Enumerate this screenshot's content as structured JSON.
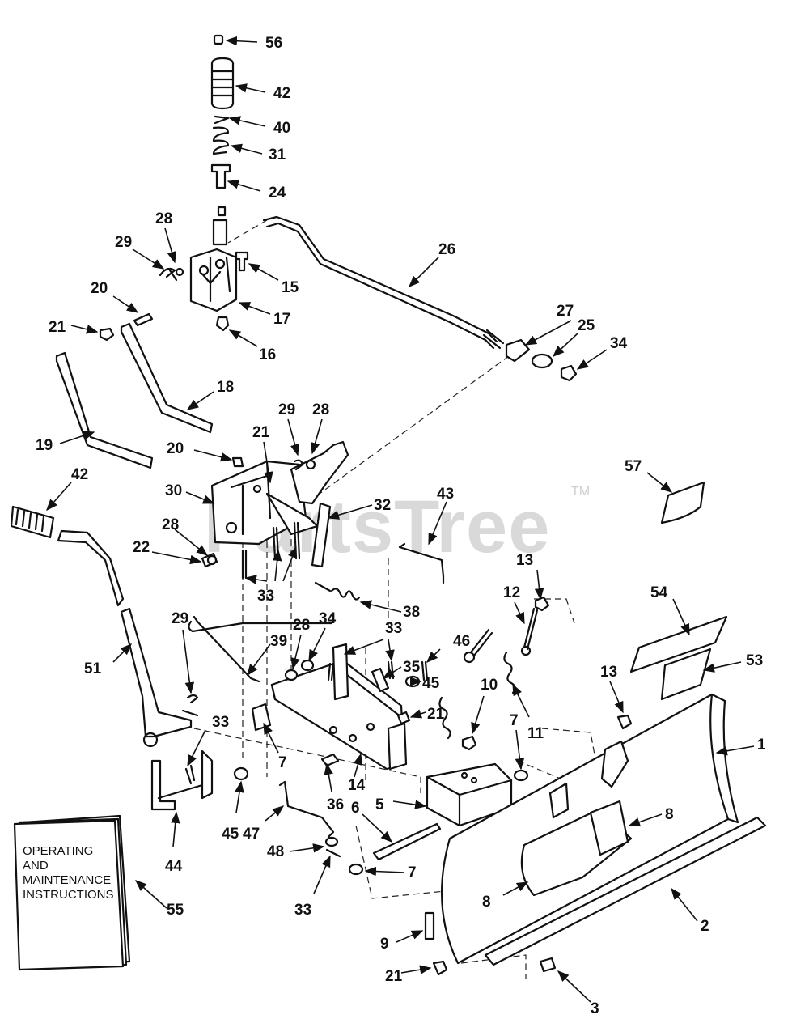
{
  "watermark": {
    "text": "PartsTree",
    "tm": "TM"
  },
  "manual": {
    "lines": [
      "OPERATING",
      "AND",
      "MAINTENANCE",
      "INSTRUCTIONS"
    ]
  },
  "callouts": [
    "56",
    "42",
    "40",
    "31",
    "24",
    "26",
    "28",
    "29",
    "15",
    "17",
    "16",
    "20",
    "21",
    "27",
    "25",
    "34",
    "18",
    "19",
    "29",
    "28",
    "20",
    "21",
    "30",
    "32",
    "43",
    "42",
    "57",
    "28",
    "22",
    "33",
    "38",
    "13",
    "12",
    "54",
    "53",
    "34",
    "28",
    "39",
    "33",
    "46",
    "35",
    "45",
    "51",
    "29",
    "21",
    "10",
    "13",
    "1",
    "7",
    "11",
    "33",
    "7",
    "14",
    "36",
    "5",
    "45",
    "47",
    "44",
    "6",
    "8",
    "48",
    "33",
    "7",
    "8",
    "2",
    "9",
    "21",
    "3",
    "55"
  ]
}
